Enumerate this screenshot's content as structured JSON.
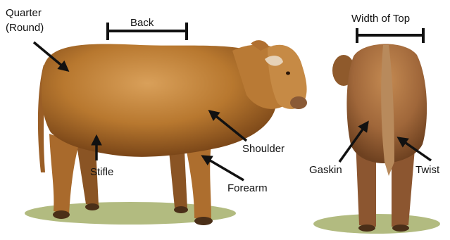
{
  "colors": {
    "hide_light": "#c98a3c",
    "hide_mid": "#a8672a",
    "hide_dark": "#7a4618",
    "grass": "#8f9a4c",
    "ink": "#111111"
  },
  "labels": {
    "quarter_line1": "Quarter",
    "quarter_line2": "(Round)",
    "back": "Back",
    "width_of_top": "Width of Top",
    "shoulder": "Shoulder",
    "stifle": "Stifle",
    "forearm": "Forearm",
    "gaskin": "Gaskin",
    "twist": "Twist"
  },
  "figures": [
    {
      "name": "side-view",
      "description_icon": "steer-side-view-illustration"
    },
    {
      "name": "rear-view",
      "description_icon": "steer-rear-view-illustration"
    }
  ]
}
